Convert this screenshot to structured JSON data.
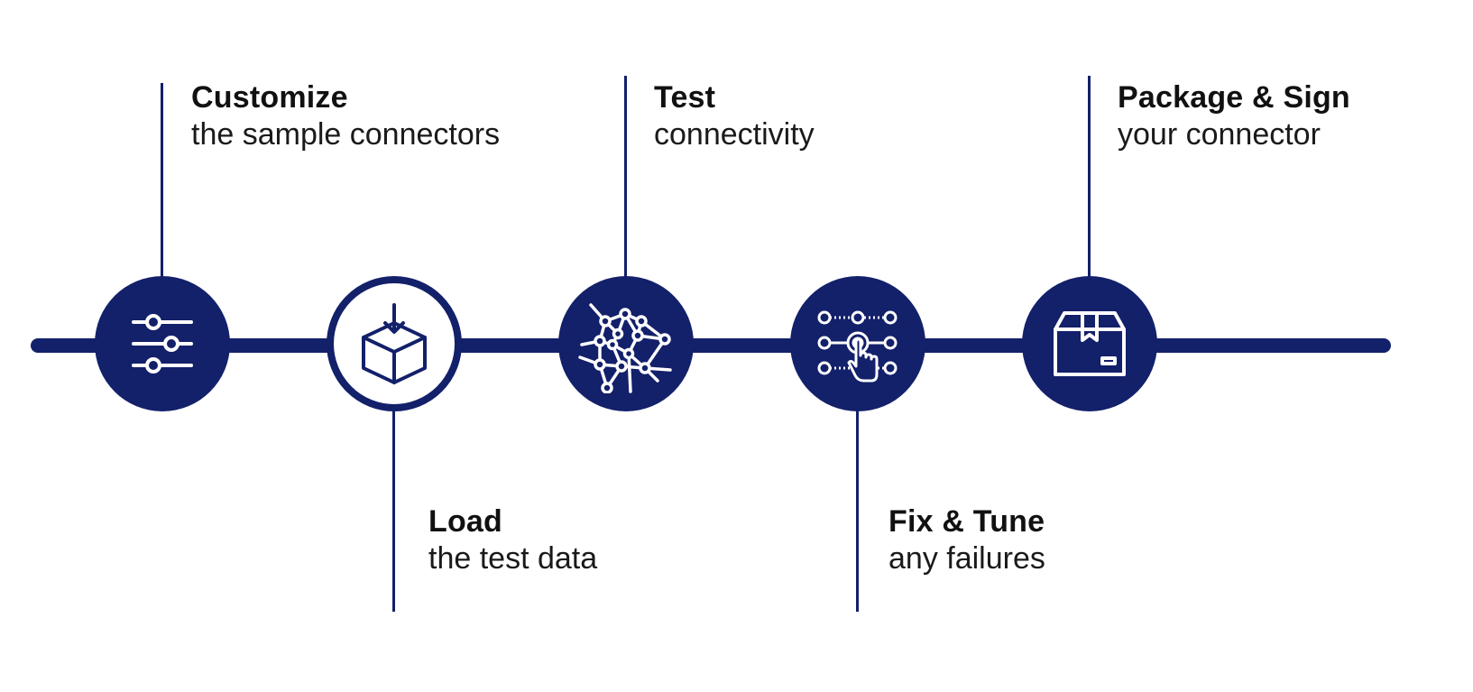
{
  "colors": {
    "primary": "#13206a",
    "background": "#ffffff",
    "text": "#111111"
  },
  "steps": [
    {
      "title": "Customize",
      "subtitle": "the sample connectors",
      "icon": "sliders-icon",
      "node_style": "filled",
      "label_position": "above"
    },
    {
      "title": "Load",
      "subtitle": "the test data",
      "icon": "box-download-icon",
      "node_style": "outlined",
      "label_position": "below"
    },
    {
      "title": "Test",
      "subtitle": "connectivity",
      "icon": "network-icon",
      "node_style": "filled",
      "label_position": "above"
    },
    {
      "title": "Fix & Tune",
      "subtitle": "any failures",
      "icon": "node-grid-tap-icon",
      "node_style": "filled",
      "label_position": "below"
    },
    {
      "title": "Package & Sign",
      "subtitle": "your connector",
      "icon": "package-icon",
      "node_style": "filled",
      "label_position": "above"
    }
  ]
}
